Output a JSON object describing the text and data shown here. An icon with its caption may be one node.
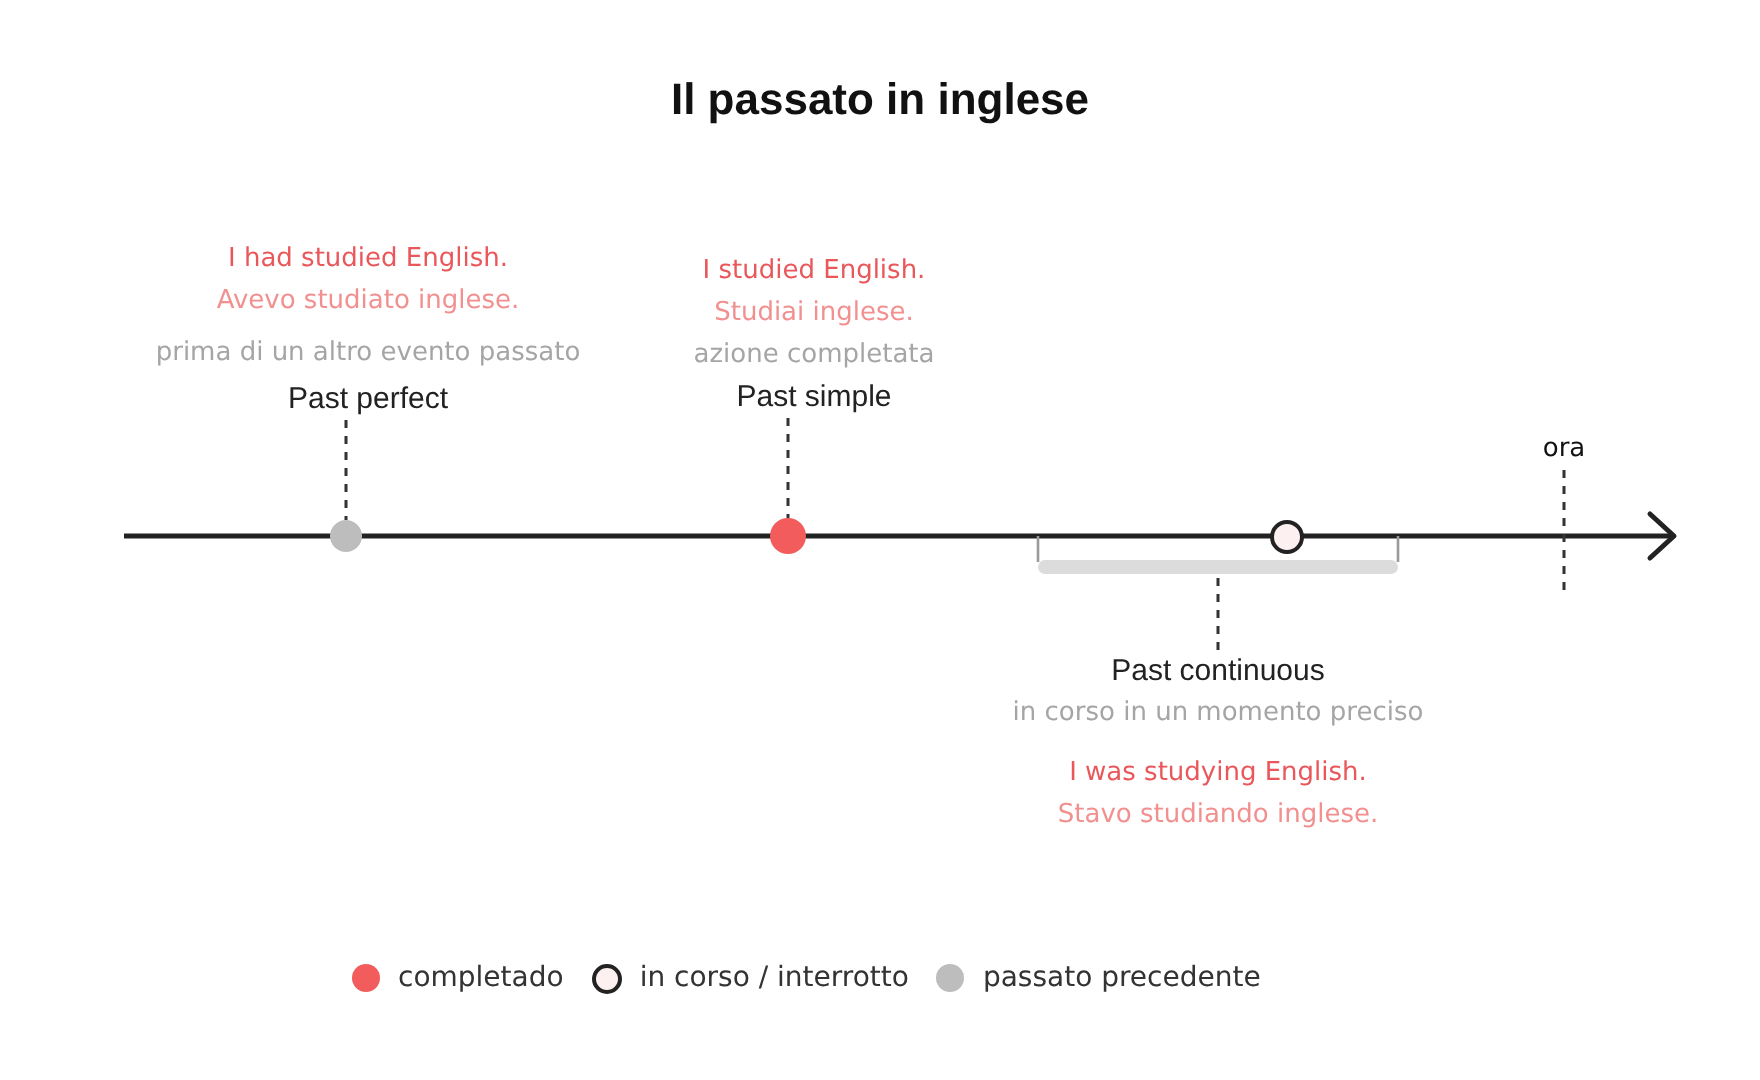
{
  "diagram": {
    "title": "Il passato in inglese",
    "nodes": [
      {
        "text": [
          "I had studied English.",
          "Avevo studiato inglese.",
          "prima di un altro evento passato",
          "Past perfect"
        ]
      },
      {
        "text": [],
        "shape": "circle"
      },
      {
        "text": [
          "I studied English.",
          "Studiai inglese.",
          "azione completata",
          "Past simple"
        ]
      },
      {
        "text": [],
        "shape": "circle"
      },
      {
        "text": [],
        "shape": "circle"
      },
      {
        "text": [],
        "shape": "bar"
      },
      {
        "text": [
          "Past continuous",
          "in corso in un momento preciso",
          "I was studying English.",
          "Stavo studiando inglese."
        ]
      },
      {
        "text": [
          "ora"
        ]
      }
    ],
    "edges": [
      {
        "from": 0,
        "to": 1,
        "arrow": "none",
        "style": "dashed"
      },
      {
        "from": 2,
        "to": 3,
        "arrow": "none",
        "style": "dashed"
      },
      {
        "from": 6,
        "to": 5,
        "arrow": "none",
        "style": "dashed"
      },
      {
        "from": 7,
        "to": null,
        "arrow": "none",
        "style": "dashed"
      }
    ],
    "legend": [
      {
        "text": "completado",
        "color": "#f25c5c"
      },
      {
        "text": "in corso / interrotto"
      },
      {
        "text": "passato precedente",
        "color": "#bdbdbd"
      }
    ]
  }
}
